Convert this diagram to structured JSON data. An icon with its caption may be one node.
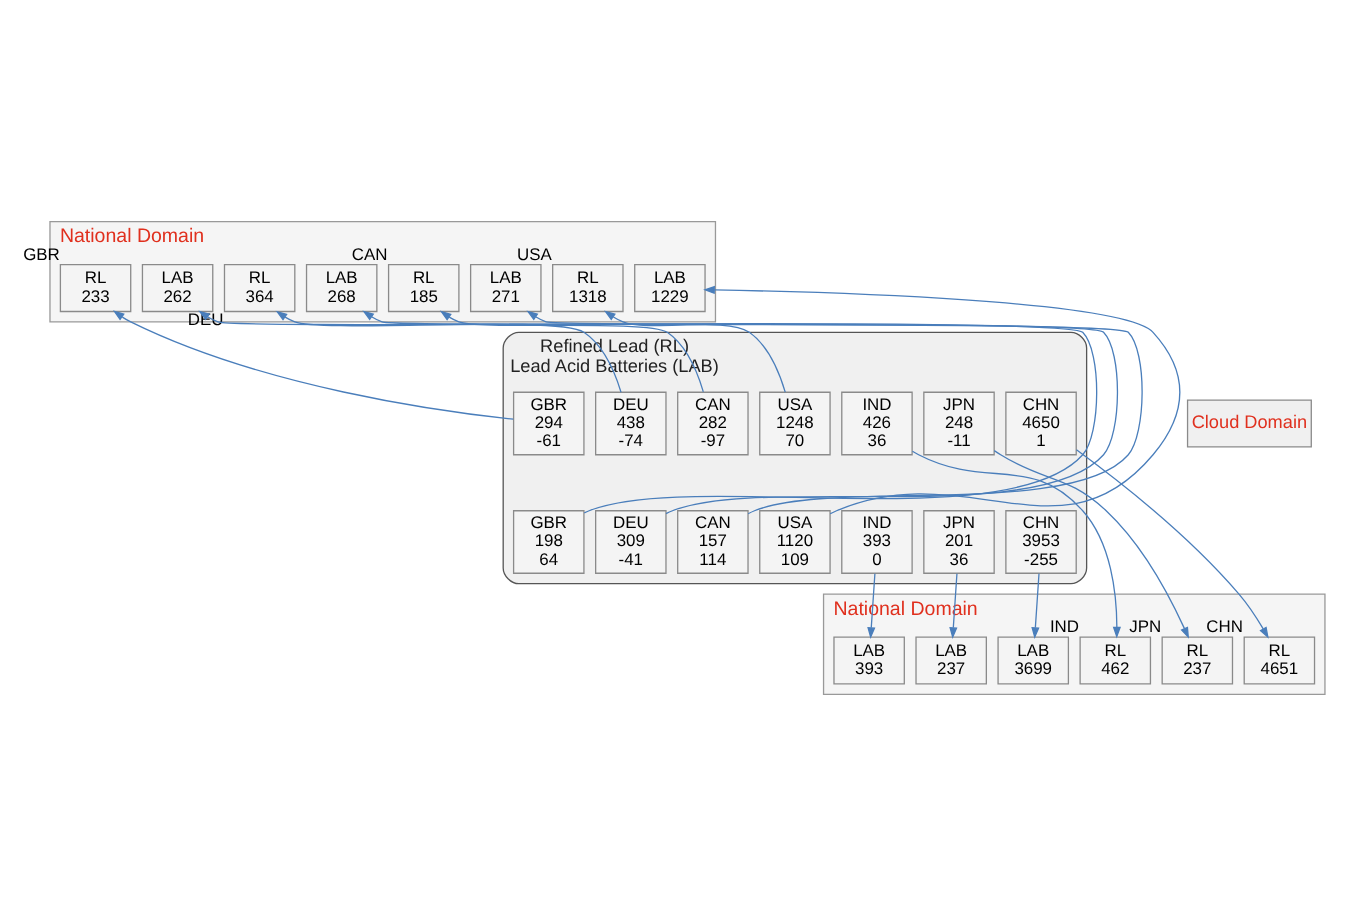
{
  "diagram": {
    "nodes": [
      {
        "text": [
          "National Domain"
        ]
      },
      {
        "text": [
          "RL",
          "233"
        ],
        "in": 0,
        "beside": [
          "GBR"
        ]
      },
      {
        "text": [
          "LAB",
          "262"
        ],
        "in": 0
      },
      {
        "text": [
          "RL",
          "364"
        ],
        "in": 0,
        "beside": [
          "DEU"
        ]
      },
      {
        "text": [
          "LAB",
          "268"
        ],
        "in": 0
      },
      {
        "text": [
          "RL",
          "185"
        ],
        "in": 0,
        "beside": [
          "CAN"
        ]
      },
      {
        "text": [
          "LAB",
          "271"
        ],
        "in": 0
      },
      {
        "text": [
          "RL",
          "1318"
        ],
        "in": 0,
        "beside": [
          "USA"
        ]
      },
      {
        "text": [
          "LAB",
          "1229"
        ],
        "in": 0
      },
      {
        "text": [
          "Refined Lead (RL)",
          "Lead Acid Batteries (LAB)"
        ]
      },
      {
        "text": [
          "Cloud Domain"
        ]
      },
      {
        "text": [
          "GBR",
          "294",
          "-61"
        ],
        "in": 9
      },
      {
        "text": [
          "DEU",
          "438",
          "-74"
        ],
        "in": 9
      },
      {
        "text": [
          "CAN",
          "282",
          "-97"
        ],
        "in": 9
      },
      {
        "text": [
          "USA",
          "1248",
          "70"
        ],
        "in": 9
      },
      {
        "text": [
          "IND",
          "426",
          "36"
        ],
        "in": 9
      },
      {
        "text": [
          "JPN",
          "248",
          "-11"
        ],
        "in": 9
      },
      {
        "text": [
          "CHN",
          "4650",
          "1"
        ],
        "in": 9
      },
      {
        "text": [
          "GBR",
          "198",
          "64"
        ],
        "in": 9
      },
      {
        "text": [
          "DEU",
          "309",
          "-41"
        ],
        "in": 9
      },
      {
        "text": [
          "CAN",
          "157",
          "114"
        ],
        "in": 9
      },
      {
        "text": [
          "USA",
          "1120",
          "109"
        ],
        "in": 9
      },
      {
        "text": [
          "IND",
          "393",
          "0"
        ],
        "in": 9
      },
      {
        "text": [
          "JPN",
          "201",
          "36"
        ],
        "in": 9
      },
      {
        "text": [
          "CHN",
          "3953",
          "-255"
        ],
        "in": 9
      },
      {
        "text": [
          "National Domain"
        ]
      },
      {
        "text": [
          "RL",
          "462"
        ],
        "in": 25,
        "beside": [
          "IND"
        ]
      },
      {
        "text": [
          "LAB",
          "393"
        ],
        "in": 25
      },
      {
        "text": [
          "RL",
          "237"
        ],
        "in": 25,
        "beside": [
          "JPN"
        ]
      },
      {
        "text": [
          "LAB",
          "237"
        ],
        "in": 25
      },
      {
        "text": [
          "RL",
          "4651"
        ],
        "in": 25,
        "beside": [
          "CHN"
        ]
      },
      {
        "text": [
          "LAB",
          "3699"
        ],
        "in": 25
      }
    ],
    "edges": [
      {
        "from": 11,
        "to": 1,
        "arrow": "to"
      },
      {
        "from": 18,
        "to": 2,
        "arrow": "to"
      },
      {
        "from": 12,
        "to": 3,
        "arrow": "to"
      },
      {
        "from": 19,
        "to": 4,
        "arrow": "to"
      },
      {
        "from": 13,
        "to": 5,
        "arrow": "to"
      },
      {
        "from": 20,
        "to": 6,
        "arrow": "to"
      },
      {
        "from": 14,
        "to": 7,
        "arrow": "to"
      },
      {
        "from": 21,
        "to": 8,
        "arrow": "to"
      },
      {
        "from": 15,
        "to": 26,
        "arrow": "to"
      },
      {
        "from": 22,
        "to": 27,
        "arrow": "to"
      },
      {
        "from": 16,
        "to": 28,
        "arrow": "to"
      },
      {
        "from": 23,
        "to": 29,
        "arrow": "to"
      },
      {
        "from": 17,
        "to": 30,
        "arrow": "to"
      },
      {
        "from": 24,
        "to": 31,
        "arrow": "to"
      }
    ]
  }
}
